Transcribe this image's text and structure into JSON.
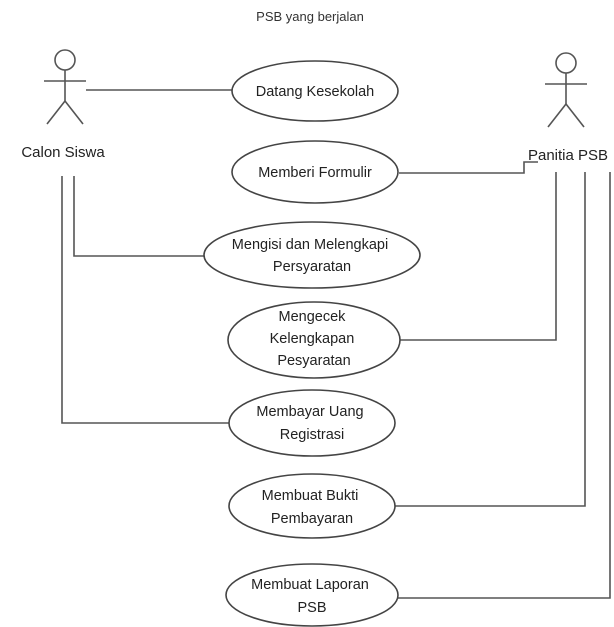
{
  "diagram": {
    "title": "PSB yang berjalan",
    "actors": [
      {
        "id": "calon",
        "label": "Calon Siswa"
      },
      {
        "id": "panitia",
        "label": "Panitia PSB"
      }
    ],
    "use_cases": [
      {
        "id": "uc1",
        "lines": [
          "Datang Kesekolah"
        ]
      },
      {
        "id": "uc2",
        "lines": [
          "Memberi Formulir"
        ]
      },
      {
        "id": "uc3",
        "lines": [
          "Mengisi dan Melengkapi",
          "Persyaratan"
        ]
      },
      {
        "id": "uc4",
        "lines": [
          "Mengecek",
          "Kelengkapan",
          "Pesyaratan"
        ]
      },
      {
        "id": "uc5",
        "lines": [
          "Membayar Uang",
          "Registrasi"
        ]
      },
      {
        "id": "uc6",
        "lines": [
          "Membuat Bukti",
          "Pembayaran"
        ]
      },
      {
        "id": "uc7",
        "lines": [
          "Membuat Laporan",
          "PSB"
        ]
      }
    ],
    "associations": [
      {
        "actor": "calon",
        "use_case": "uc1"
      },
      {
        "actor": "calon",
        "use_case": "uc3"
      },
      {
        "actor": "calon",
        "use_case": "uc5"
      },
      {
        "actor": "panitia",
        "use_case": "uc2"
      },
      {
        "actor": "panitia",
        "use_case": "uc4"
      },
      {
        "actor": "panitia",
        "use_case": "uc6"
      },
      {
        "actor": "panitia",
        "use_case": "uc7"
      }
    ]
  }
}
